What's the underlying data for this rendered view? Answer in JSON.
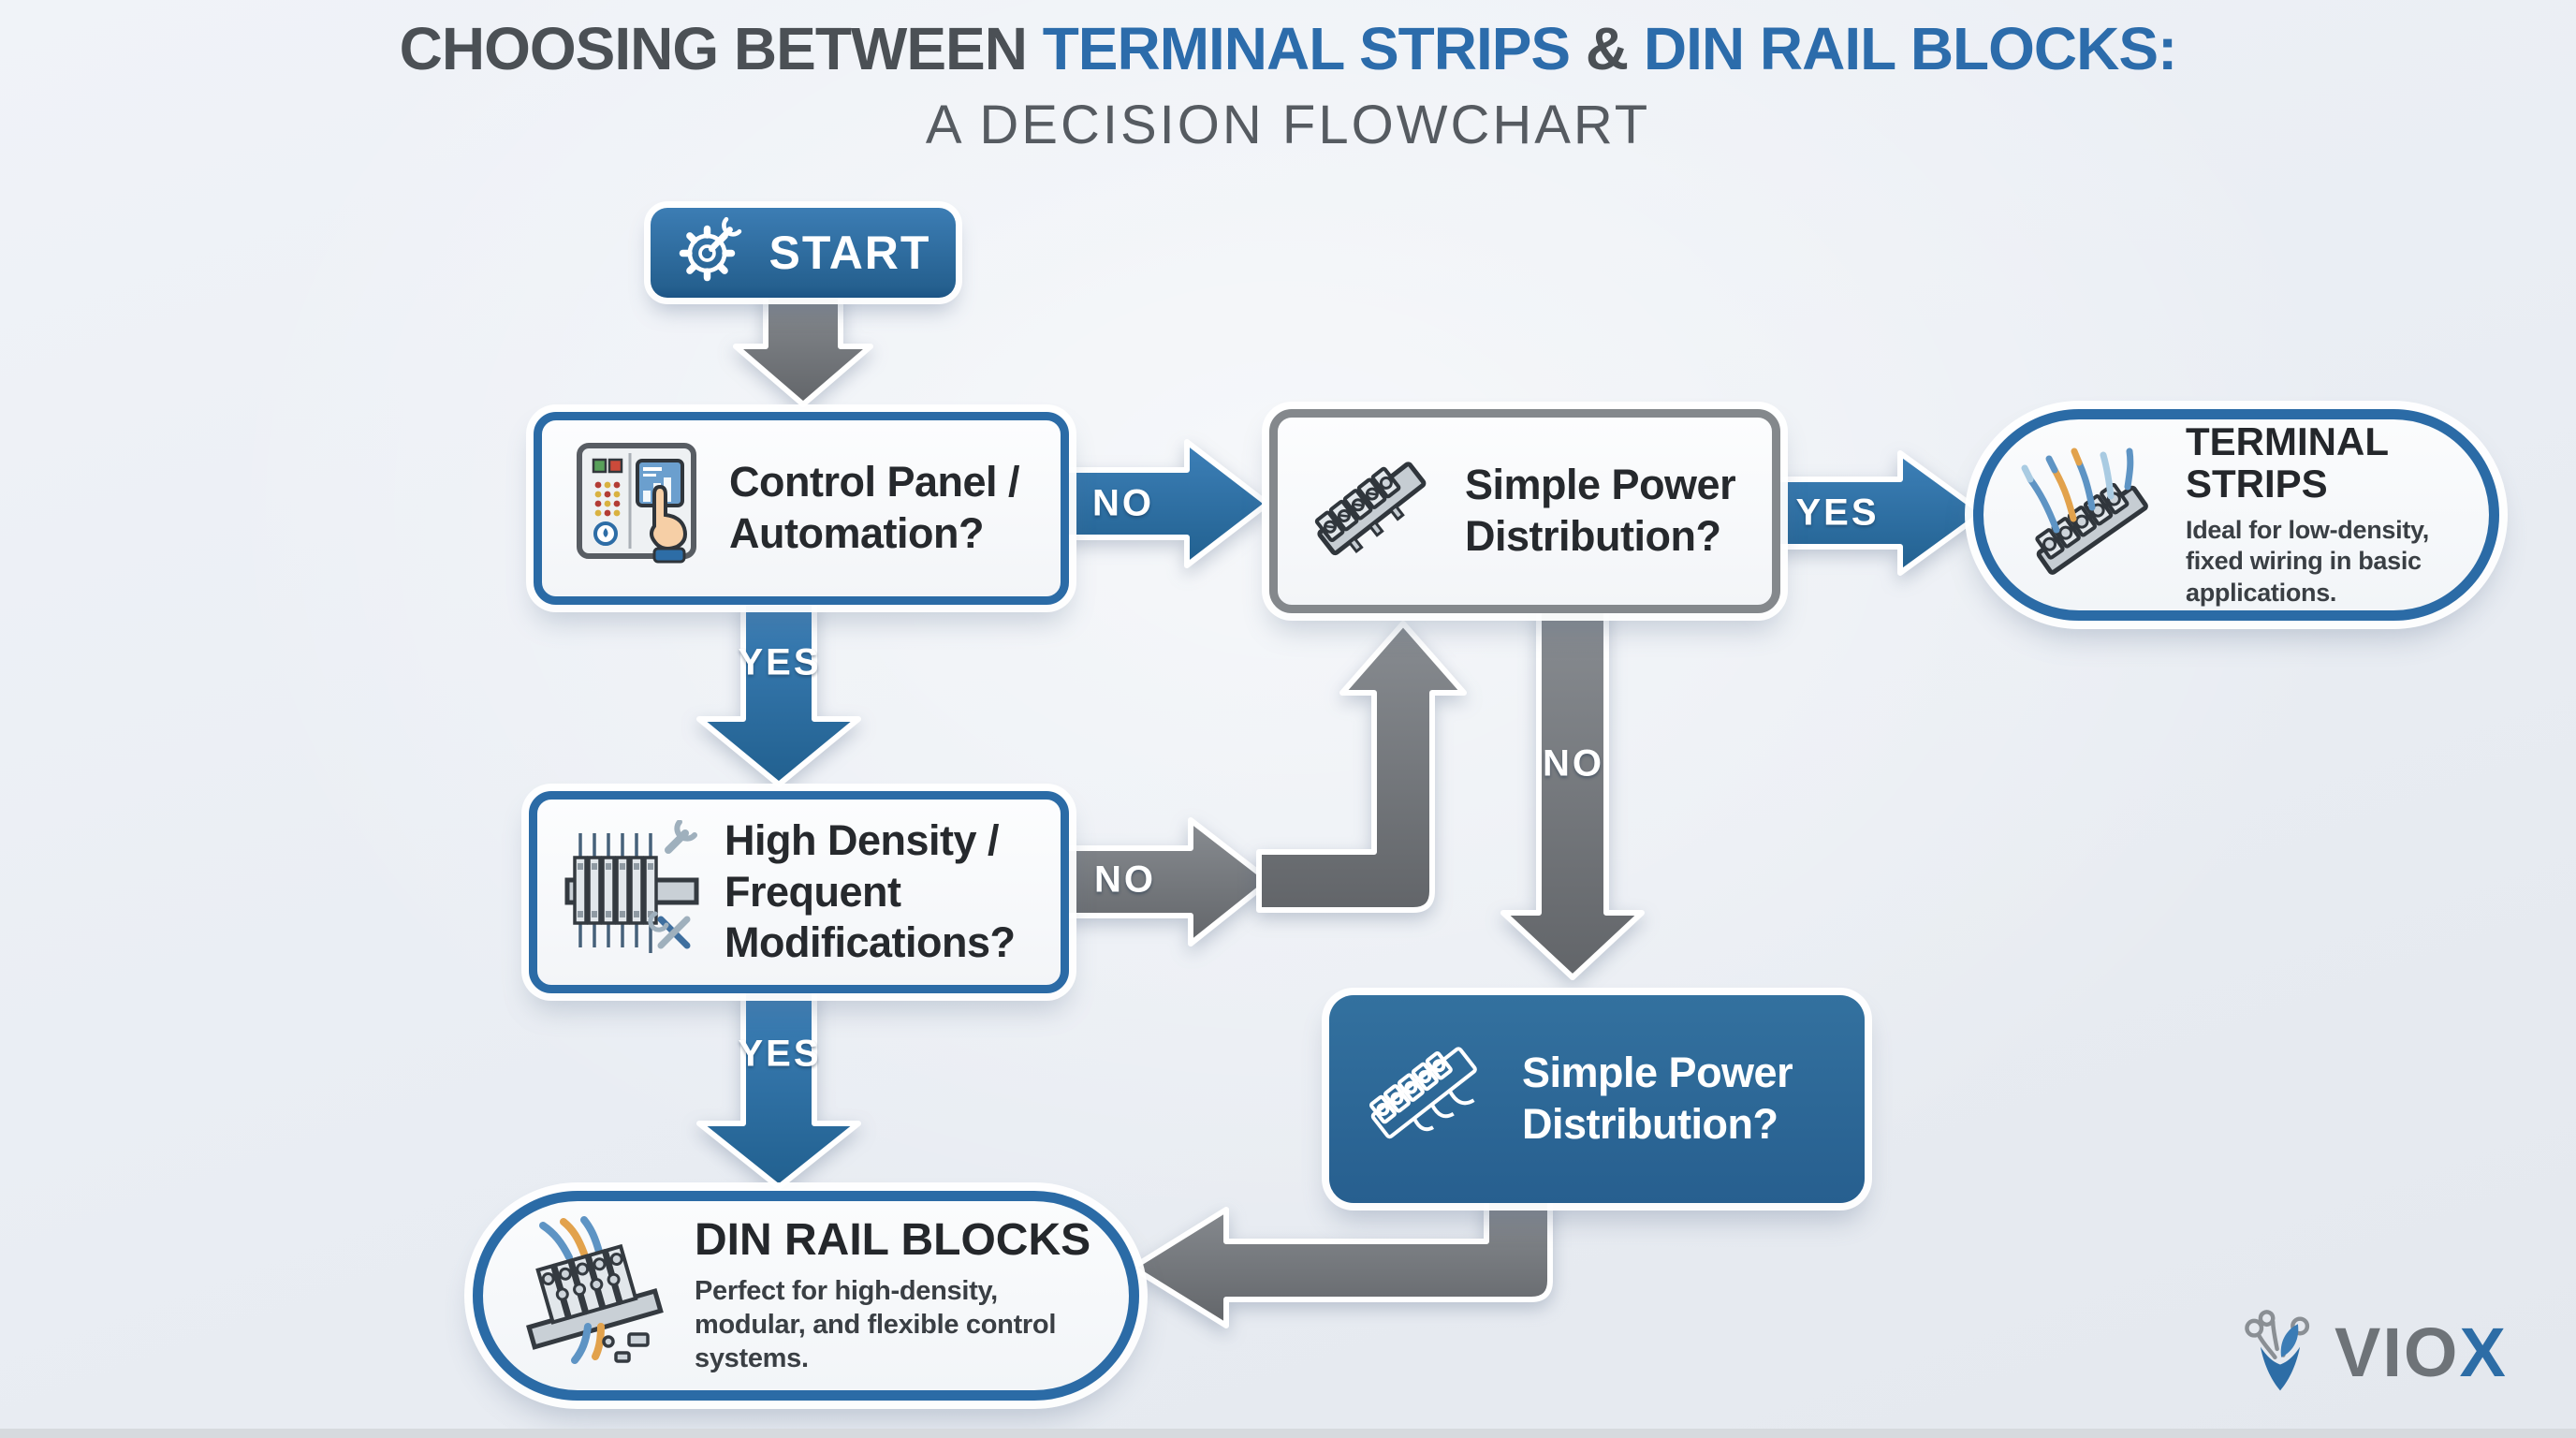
{
  "title": {
    "segments": [
      {
        "text": "CHOOSING BETWEEN ",
        "color": "#4b5055"
      },
      {
        "text": "TERMINAL STRIPS",
        "color": "#2c6cab"
      },
      {
        "text": " & ",
        "color": "#4b5055"
      },
      {
        "text": "DIN RAIL BLOCKS:",
        "color": "#2c6cab"
      }
    ],
    "line2": "A DECISION FLOWCHART"
  },
  "nodes": {
    "start": {
      "label": "START"
    },
    "control_panel": {
      "label": "Control Panel / Automation?"
    },
    "simple_power_q": {
      "label": "Simple Power Distribution?"
    },
    "high_density": {
      "label": "High Density / Frequent Modifications?"
    },
    "simple_power_blue": {
      "label": "Simple Power Distribution?"
    },
    "terminal_strips": {
      "title": "TERMINAL STRIPS",
      "desc": "Ideal for low-density, fixed wiring in basic applications."
    },
    "din_rail_blocks": {
      "title": "DIN RAIL BLOCKS",
      "desc": "Perfect for high-density, modular, and flexible control systems."
    }
  },
  "edges": {
    "no1": "NO",
    "yes1": "YES",
    "yes2": "YES",
    "no2": "NO",
    "no3": "NO",
    "yes3": "YES"
  },
  "logo": {
    "gray": "VIO",
    "blue": "X"
  },
  "colors": {
    "accent_blue": "#2d6da6",
    "title_blue": "#2c6cab",
    "title_gray": "#4b5055",
    "arrow_gray": "#75797e",
    "gray_border": "#84888c",
    "text_dark": "#26292d"
  }
}
